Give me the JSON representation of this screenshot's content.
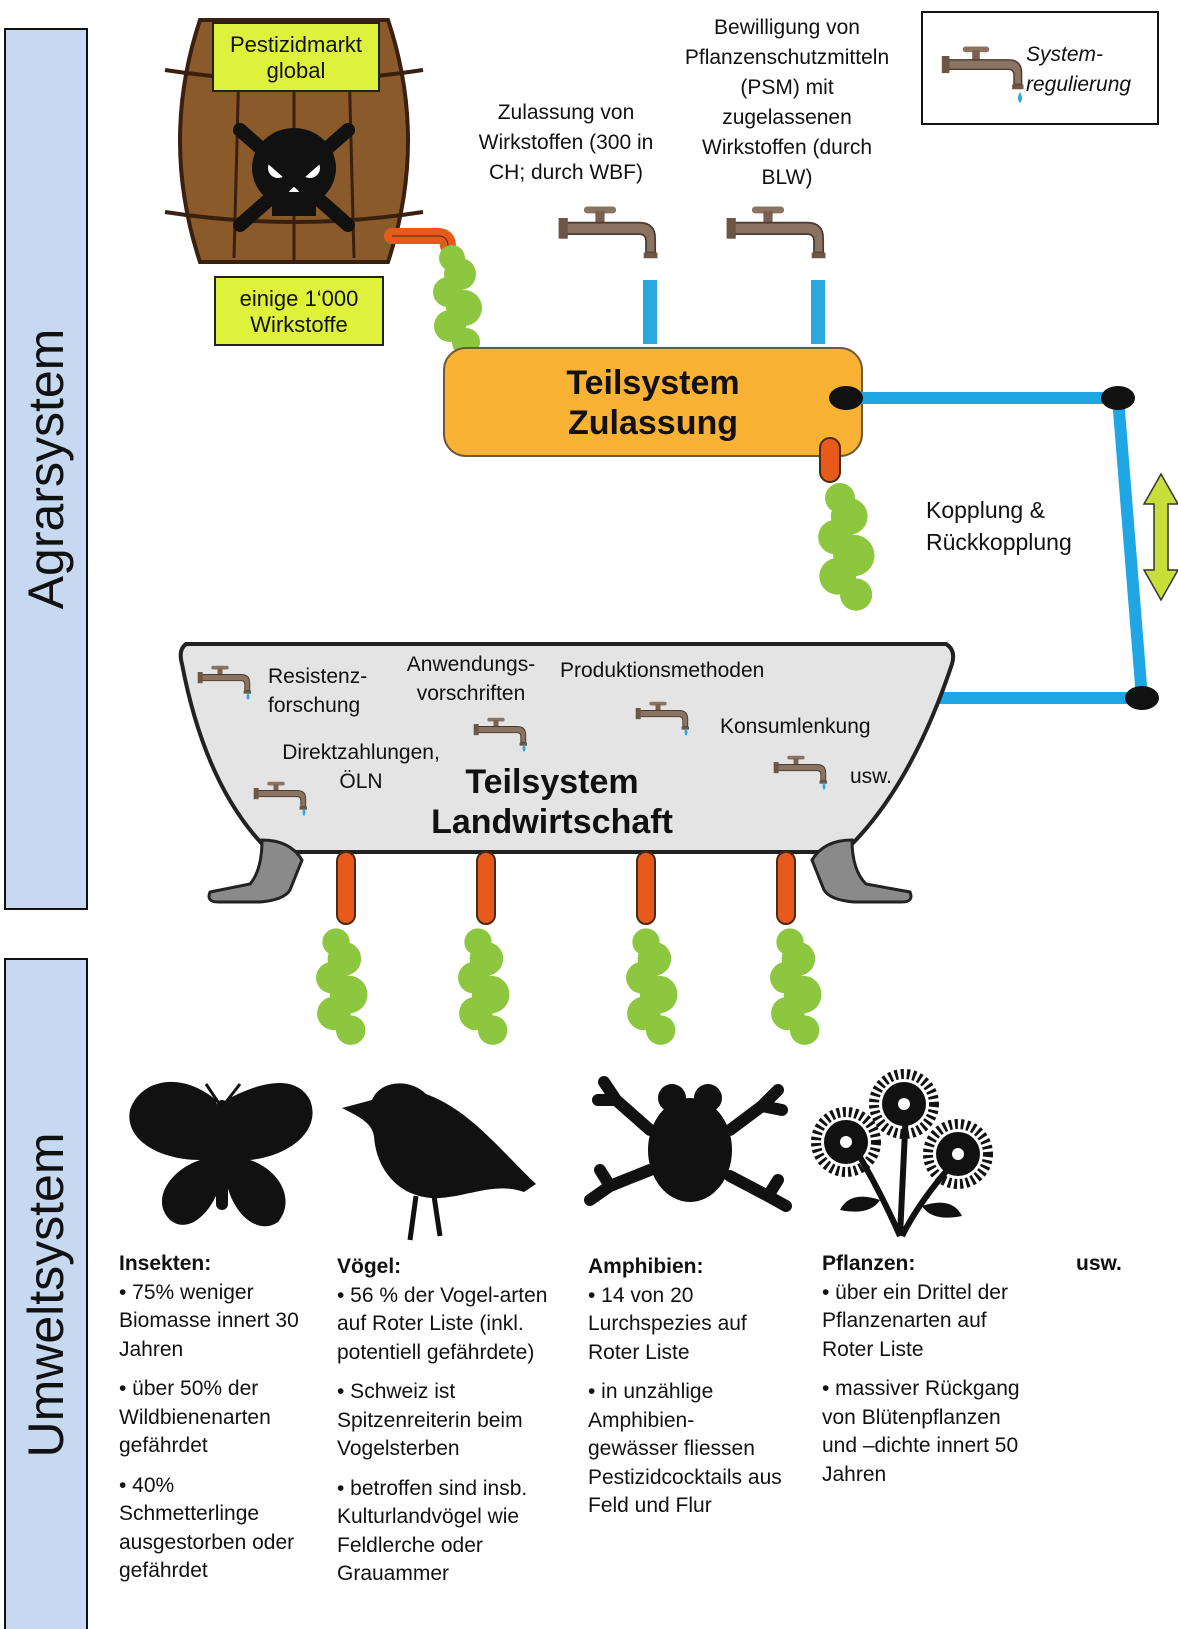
{
  "side_labels": {
    "top": "Agrarsystem",
    "bottom": "Umweltsystem"
  },
  "barrel": {
    "title": "Pestizidmarkt\nglobal",
    "sub": "einige 1‘000\nWirkstoffe"
  },
  "legend": {
    "text": "System-\nregulierung"
  },
  "tap_labels": {
    "zulassung": "Zulassung von\nWirkstoffen (300 in\nCH; durch WBF)",
    "bewilligung": "Bewilligung von\nPflanzenschutzmitteln\n(PSM) mit\nzugelassenen\nWirkstoffen (durch\nBLW)"
  },
  "zulassung_box": {
    "title": "Teilsystem\nZulassung"
  },
  "kopplung": "Kopplung &\nRückkopplung",
  "tub": {
    "title": "Teilsystem\nLandwirtschaft",
    "items": {
      "resistenz": "Resistenz-\nforschung",
      "anwendung": "Anwendungs-\nvorschriften",
      "produktion": "Produktionsmethoden",
      "direkt": "Direktzahlungen,\nÖLN",
      "konsum": "Konsumlenkung",
      "usw": "usw."
    }
  },
  "groups": [
    {
      "title": "Insekten:",
      "points": [
        "• 75% weniger Biomasse innert 30 Jahren",
        "• über 50% der Wildbienenarten gefährdet",
        "• 40% Schmetterlinge ausgestorben oder gefährdet"
      ]
    },
    {
      "title": "Vögel:",
      "points": [
        "• 56 % der Vogel-arten auf Roter Liste (inkl. potentiell gefährdete)",
        "• Schweiz ist Spitzenreiterin beim Vogelsterben",
        "• betroffen sind insb. Kulturlandvögel wie Feldlerche oder Grauammer"
      ]
    },
    {
      "title": "Amphibien:",
      "points": [
        "• 14 von 20 Lurchspezies auf Roter Liste",
        "• in unzählige Amphibien-gewässer fliessen Pestizidcocktails aus Feld und Flur"
      ]
    },
    {
      "title": "Pflanzen:",
      "points": [
        "• über ein Drittel der Pflanzenarten auf Roter Liste",
        "• massiver Rückgang von Blütenpflanzen und –dichte innert 50 Jahren"
      ]
    }
  ],
  "more": "usw."
}
